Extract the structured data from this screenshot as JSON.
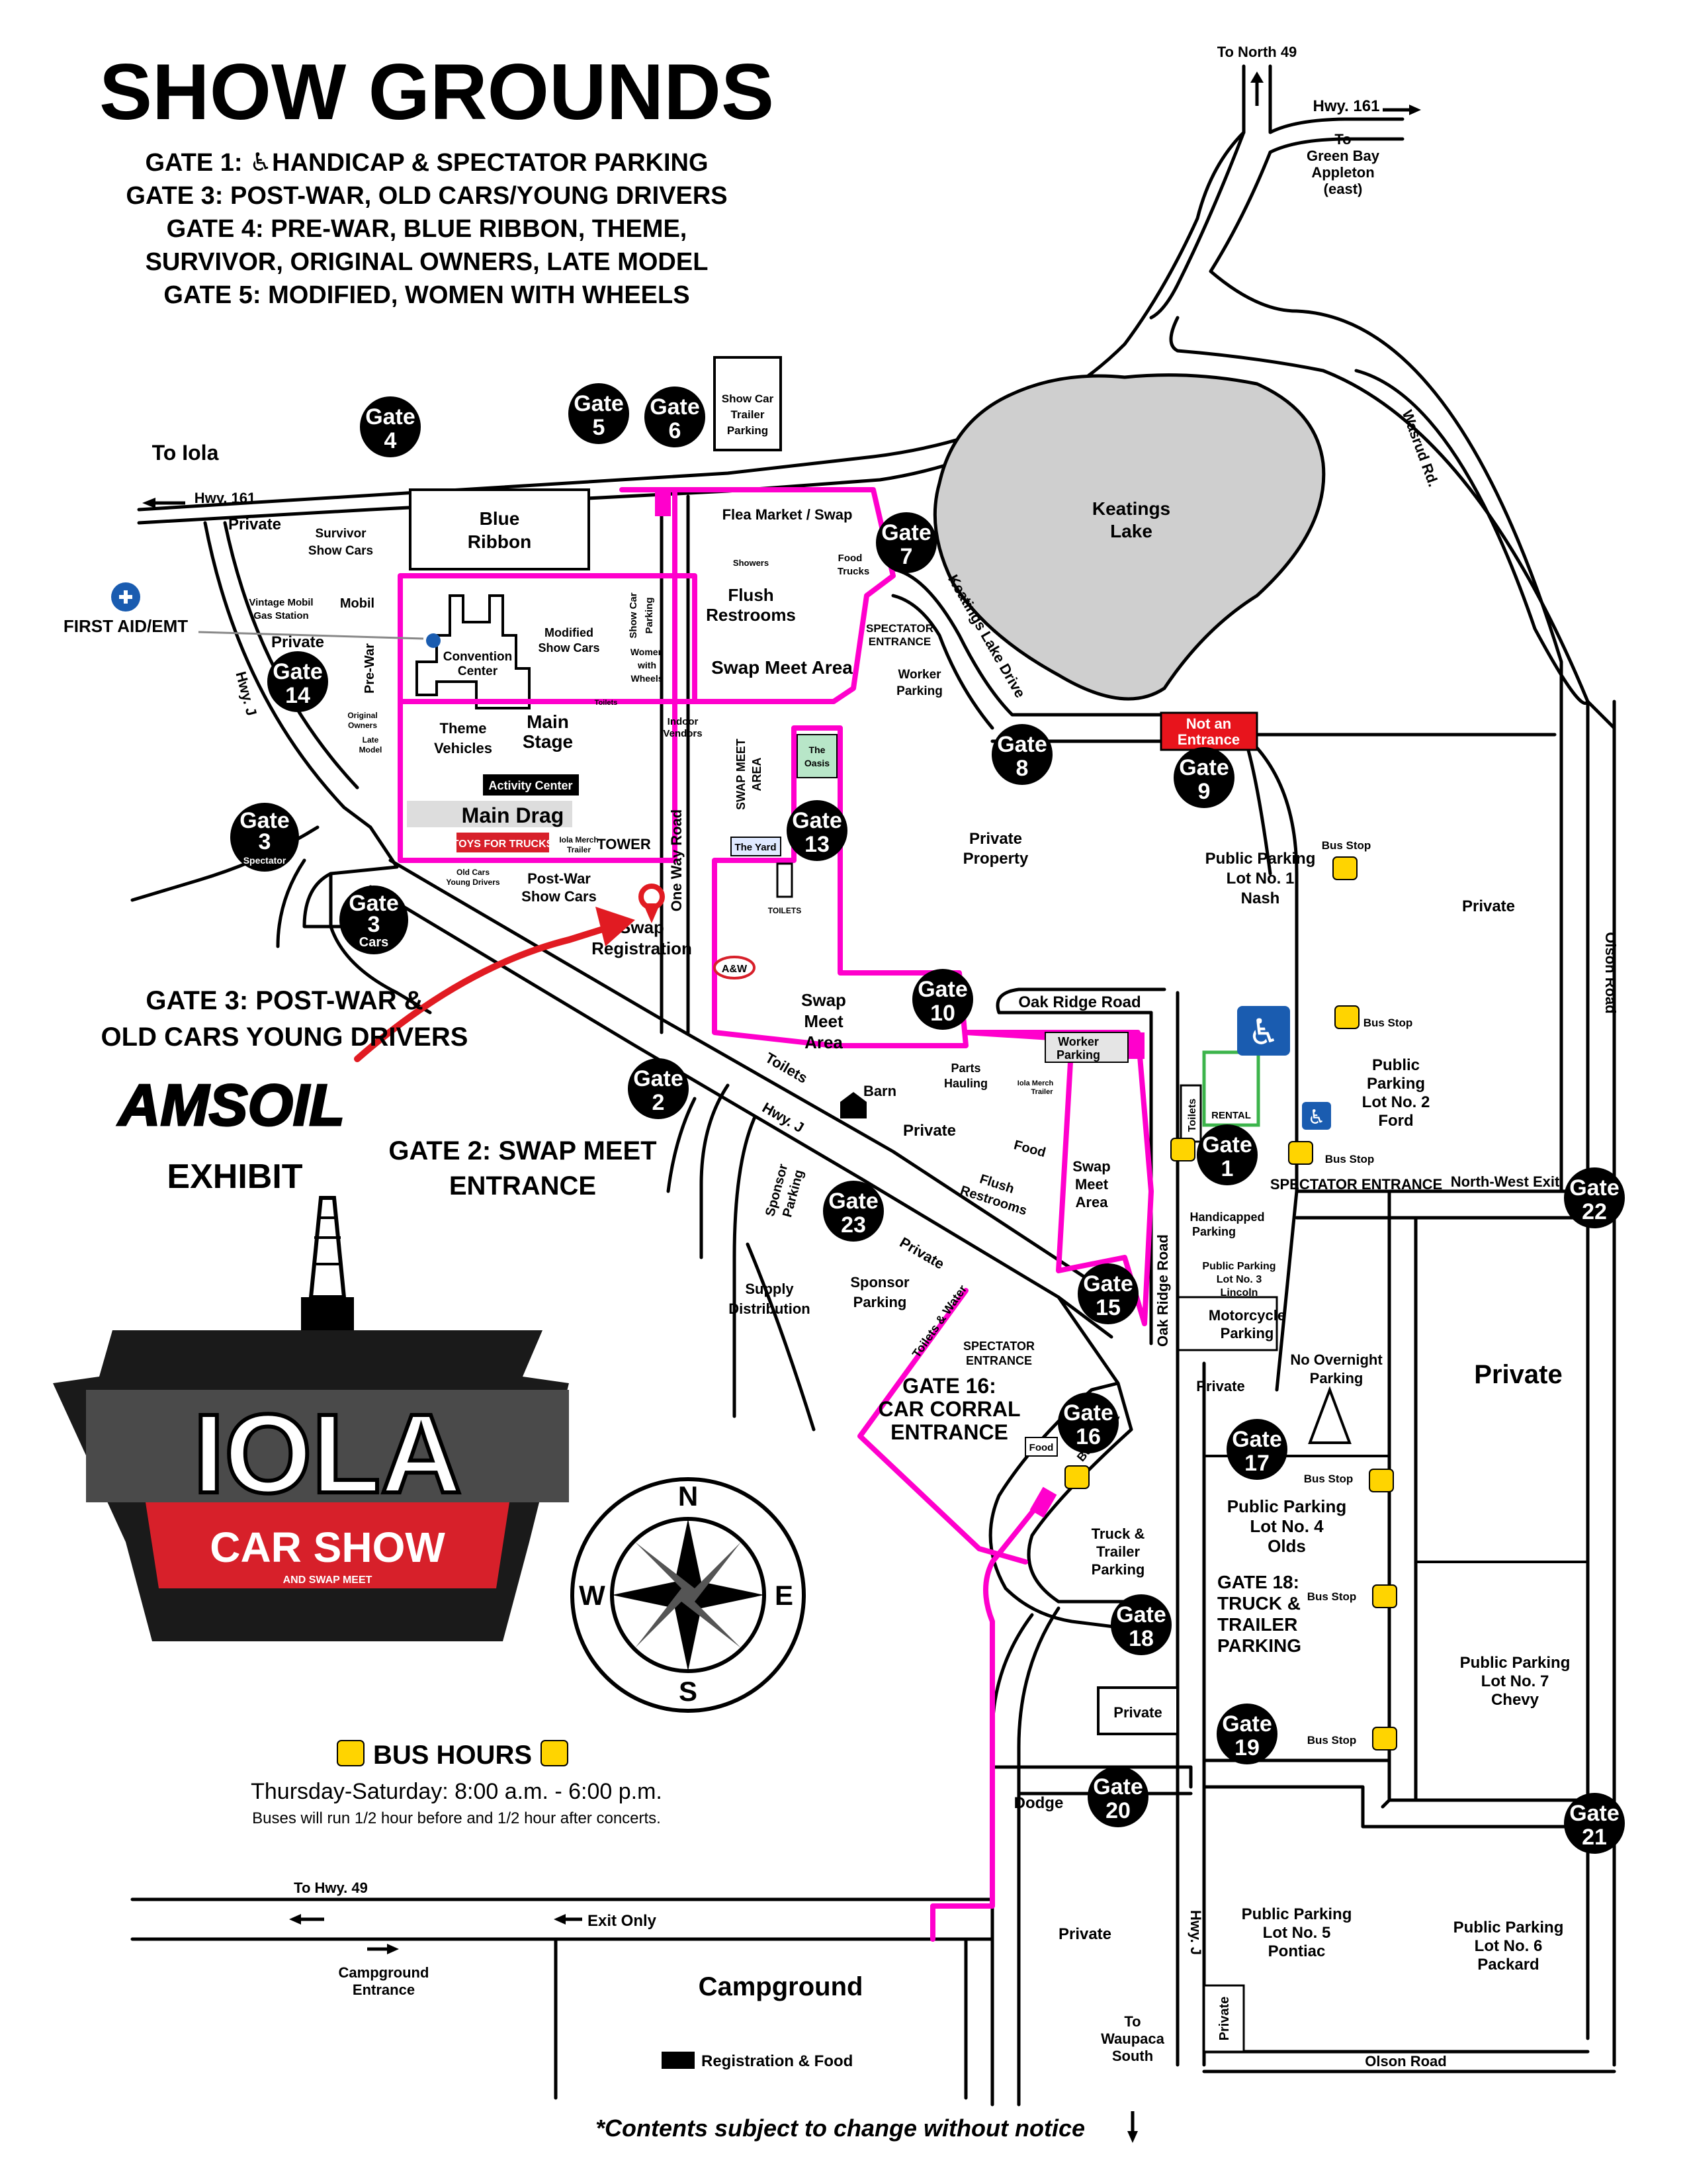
{
  "title": "SHOW GROUNDS",
  "gate_legend": [
    "GATE 1: ♿HANDICAP & SPECTATOR PARKING",
    "GATE 3: POST-WAR, OLD CARS/YOUNG DRIVERS",
    "GATE 4: PRE-WAR, BLUE RIBBON, THEME,",
    "SURVIVOR, ORIGINAL OWNERS, LATE MODEL",
    "GATE 5: MODIFIED, WOMEN WITH WHEELS"
  ],
  "gates": [
    {
      "id": "gate-1",
      "label": "Gate",
      "num": "1"
    },
    {
      "id": "gate-2",
      "label": "Gate",
      "num": "2"
    },
    {
      "id": "gate-3-spectator",
      "label": "Gate",
      "num": "3",
      "sub": "Spectator"
    },
    {
      "id": "gate-3-cars",
      "label": "Gate",
      "num": "3",
      "sub": "Cars"
    },
    {
      "id": "gate-4",
      "label": "Gate",
      "num": "4"
    },
    {
      "id": "gate-5",
      "label": "Gate",
      "num": "5"
    },
    {
      "id": "gate-6",
      "label": "Gate",
      "num": "6"
    },
    {
      "id": "gate-7",
      "label": "Gate",
      "num": "7"
    },
    {
      "id": "gate-8",
      "label": "Gate",
      "num": "8"
    },
    {
      "id": "gate-9",
      "label": "Gate",
      "num": "9"
    },
    {
      "id": "gate-10",
      "label": "Gate",
      "num": "10"
    },
    {
      "id": "gate-13",
      "label": "Gate",
      "num": "13"
    },
    {
      "id": "gate-14",
      "label": "Gate",
      "num": "14"
    },
    {
      "id": "gate-15",
      "label": "Gate",
      "num": "15"
    },
    {
      "id": "gate-16",
      "label": "Gate",
      "num": "16"
    },
    {
      "id": "gate-17",
      "label": "Gate",
      "num": "17"
    },
    {
      "id": "gate-18",
      "label": "Gate",
      "num": "18"
    },
    {
      "id": "gate-19",
      "label": "Gate",
      "num": "19"
    },
    {
      "id": "gate-20",
      "label": "Gate",
      "num": "20"
    },
    {
      "id": "gate-21",
      "label": "Gate",
      "num": "21"
    },
    {
      "id": "gate-22",
      "label": "Gate",
      "num": "22"
    },
    {
      "id": "gate-23",
      "label": "Gate",
      "num": "23"
    }
  ],
  "directions": {
    "to_north_49": "To North 49",
    "hwy_161_east": "Hwy. 161",
    "to_green_bay": [
      "To",
      "Green Bay",
      "Appleton",
      "(east)"
    ],
    "to_iola": "To Iola",
    "hwy_161_west": "Hwy. 161",
    "to_hwy_49": "To Hwy. 49",
    "exit_only": "Exit Only",
    "campground_entrance": [
      "Campground",
      "Entrance"
    ],
    "to_waupaca": [
      "To",
      "Waupaca",
      "South"
    ]
  },
  "roads": {
    "wasrud": "Wasrud Rd.",
    "keatings_lake_drive": "Keatings Lake Drive",
    "olson_road": "Olson Road",
    "olson_road_bottom": "Olson Road",
    "oak_ridge_road_h": "Oak Ridge Road",
    "oak_ridge_road_v": "Oak Ridge Road",
    "hwy_j_left": "Hwy. J",
    "hwy_j_mid": "Hwy. J",
    "hwy_j_bottom": "Hwy. J",
    "one_way_road": "One Way Road",
    "dodge": "Dodge",
    "north_west_exit": "North-West Exit",
    "bus_route": "Bus Route"
  },
  "lake": [
    "Keatings",
    "Lake"
  ],
  "areas": {
    "show_car_trailer_parking": [
      "Show Car",
      "Trailer",
      "Parking"
    ],
    "private_top_left": "Private",
    "survivor_show_cars": [
      "Survivor",
      "Show Cars"
    ],
    "blue_ribbon": [
      "Blue",
      "Ribbon"
    ],
    "flea_market": "Flea Market / Swap",
    "showers": "Showers",
    "food_trucks": [
      "Food",
      "Trucks"
    ],
    "flush_restrooms_top": [
      "Flush",
      "Restrooms"
    ],
    "swap_meet_area_top": "Swap Meet Area",
    "spectator_entrance_top": [
      "SPECTATOR",
      "ENTRANCE"
    ],
    "worker_parking_top": [
      "Worker",
      "Parking"
    ],
    "vintage_mobil": [
      "Vintage Mobil",
      "Gas Station"
    ],
    "mobil": "Mobil",
    "first_aid": "FIRST AID/EMT",
    "private_left": "Private",
    "pre_war": "Pre-War",
    "original_owners": [
      "Original",
      "Owners"
    ],
    "late_model": [
      "Late",
      "Model"
    ],
    "convention_center": [
      "Convention",
      "Center"
    ],
    "modified_show_cars": [
      "Modified",
      "Show Cars"
    ],
    "show_car_parking": [
      "Show Car",
      "Parking"
    ],
    "women_with_wheels": [
      "Women",
      "with",
      "Wheels"
    ],
    "theme_vehicles": [
      "Theme",
      "Vehicles"
    ],
    "main_stage": [
      "Main",
      "Stage"
    ],
    "toilets_small": "Toilets",
    "indoor_vendors": [
      "Indoor",
      "Vendors"
    ],
    "activity_center": "Activity Center",
    "main_drag": "Main Drag",
    "toys_for_trucks": "TOYS FOR TRUCKS",
    "iola_merch_trailer": [
      "Iola Merch",
      "Trailer"
    ],
    "tower": "TOWER",
    "old_cars_young_drivers": [
      "Old Cars",
      "Young Drivers"
    ],
    "post_war_show_cars": [
      "Post-War",
      "Show Cars"
    ],
    "swap_registration": [
      "Swap",
      "Registration"
    ],
    "swap_meet_area_vertical": [
      "SWAP MEET",
      "AREA"
    ],
    "the_oasis": [
      "The",
      "Oasis"
    ],
    "the_yard": "The Yard",
    "toilets_mid": "TOILETS",
    "private_property": [
      "Private",
      "Property"
    ],
    "aw": "A&W",
    "swap_meet_area_mid": [
      "Swap",
      "Meet",
      "Area"
    ],
    "worker_parking_mid": [
      "Worker",
      "Parking"
    ],
    "toilets_road": "Toilets",
    "barn": "Barn",
    "parts_hauling": [
      "Parts",
      "Hauling"
    ],
    "iola_merch_trailer_2": [
      "Iola Merch",
      "Trailer"
    ],
    "private_mid": "Private",
    "food_mid": "Food",
    "flush_restrooms_mid": [
      "Flush",
      "Restrooms"
    ],
    "swap_meet_area_right": [
      "Swap",
      "Meet",
      "Area"
    ],
    "sponsor_parking_v": [
      "Sponsor",
      "Parking"
    ],
    "private_diag": "Private",
    "supply_distribution": [
      "Supply",
      "Distribution"
    ],
    "sponsor_parking": [
      "Sponsor",
      "Parking"
    ],
    "toilets_water": "Toilets & Water",
    "spectator_entrance_mid": [
      "SPECTATOR",
      "ENTRANCE"
    ],
    "gate16_car_corral": [
      "GATE 16:",
      "CAR CORRAL",
      "ENTRANCE"
    ],
    "food_16": "Food",
    "truck_trailer_parking": [
      "Truck &",
      "Trailer",
      "Parking"
    ],
    "private_18": "Private",
    "not_an_entrance": [
      "Not an",
      "Entrance"
    ],
    "bus_stop_1": "Bus Stop",
    "public_parking_1": [
      "Public Parking",
      "Lot No. 1",
      "Nash"
    ],
    "private_right": "Private",
    "bus_stop_2": "Bus Stop",
    "public_parking_2": [
      "Public",
      "Parking",
      "Lot No. 2",
      "Ford"
    ],
    "toilets_v": "Toilets",
    "rental": "RENTAL",
    "bus_stop_3": "Bus Stop",
    "spectator_entrance_gate1": "SPECTATOR ENTRANCE",
    "handicapped_parking": [
      "Handicapped",
      "Parking"
    ],
    "public_parking_3": [
      "Public Parking",
      "Lot No. 3",
      "Lincoln"
    ],
    "motorcycle_parking": [
      "Motorcycle",
      "Parking"
    ],
    "private_17": "Private",
    "no_overnight_parking": [
      "No Overnight",
      "Parking"
    ],
    "private_big": "Private",
    "bus_stop_4": "Bus Stop",
    "public_parking_4": [
      "Public Parking",
      "Lot No. 4",
      "Olds"
    ],
    "gate18_truck": [
      "GATE 18:",
      "TRUCK &",
      "TRAILER",
      "PARKING"
    ],
    "bus_stop_5": "Bus Stop",
    "bus_stop_6": "Bus Stop",
    "public_parking_7": [
      "Public Parking",
      "Lot No. 7",
      "Chevy"
    ],
    "private_bottom": "Private",
    "public_parking_5": [
      "Public Parking",
      "Lot No. 5",
      "Pontiac"
    ],
    "private_vertical": "Private",
    "public_parking_6": [
      "Public Parking",
      "Lot No. 6",
      "Packard"
    ],
    "campground": "Campground",
    "registration_food": "Registration & Food"
  },
  "callout": [
    "GATE 3: POST-WAR &",
    "OLD CARS YOUNG DRIVERS"
  ],
  "amsoil": {
    "brand": "AMSOIL",
    "exhibit": "EXHIBIT"
  },
  "gate2_callout": [
    "GATE 2: SWAP MEET",
    "ENTRANCE"
  ],
  "logo": {
    "name": "IOLA",
    "sub": "CAR SHOW",
    "tag": "AND SWAP MEET"
  },
  "compass": {
    "n": "N",
    "s": "S",
    "e": "E",
    "w": "W"
  },
  "bus_hours": {
    "title": "BUS HOURS",
    "schedule": "Thursday-Saturday: 8:00 a.m. - 6:00 p.m.",
    "note": "Buses will run 1/2 hour before and 1/2 hour after concerts."
  },
  "disclaimer": "*Contents subject to change without notice",
  "colors": {
    "swap_border": "#ff00cc",
    "not_entrance": "#e8141c",
    "logo_red": "#d7202a",
    "amsoil_red": "#e11b22",
    "handicap_blue": "#1a5cb0"
  }
}
